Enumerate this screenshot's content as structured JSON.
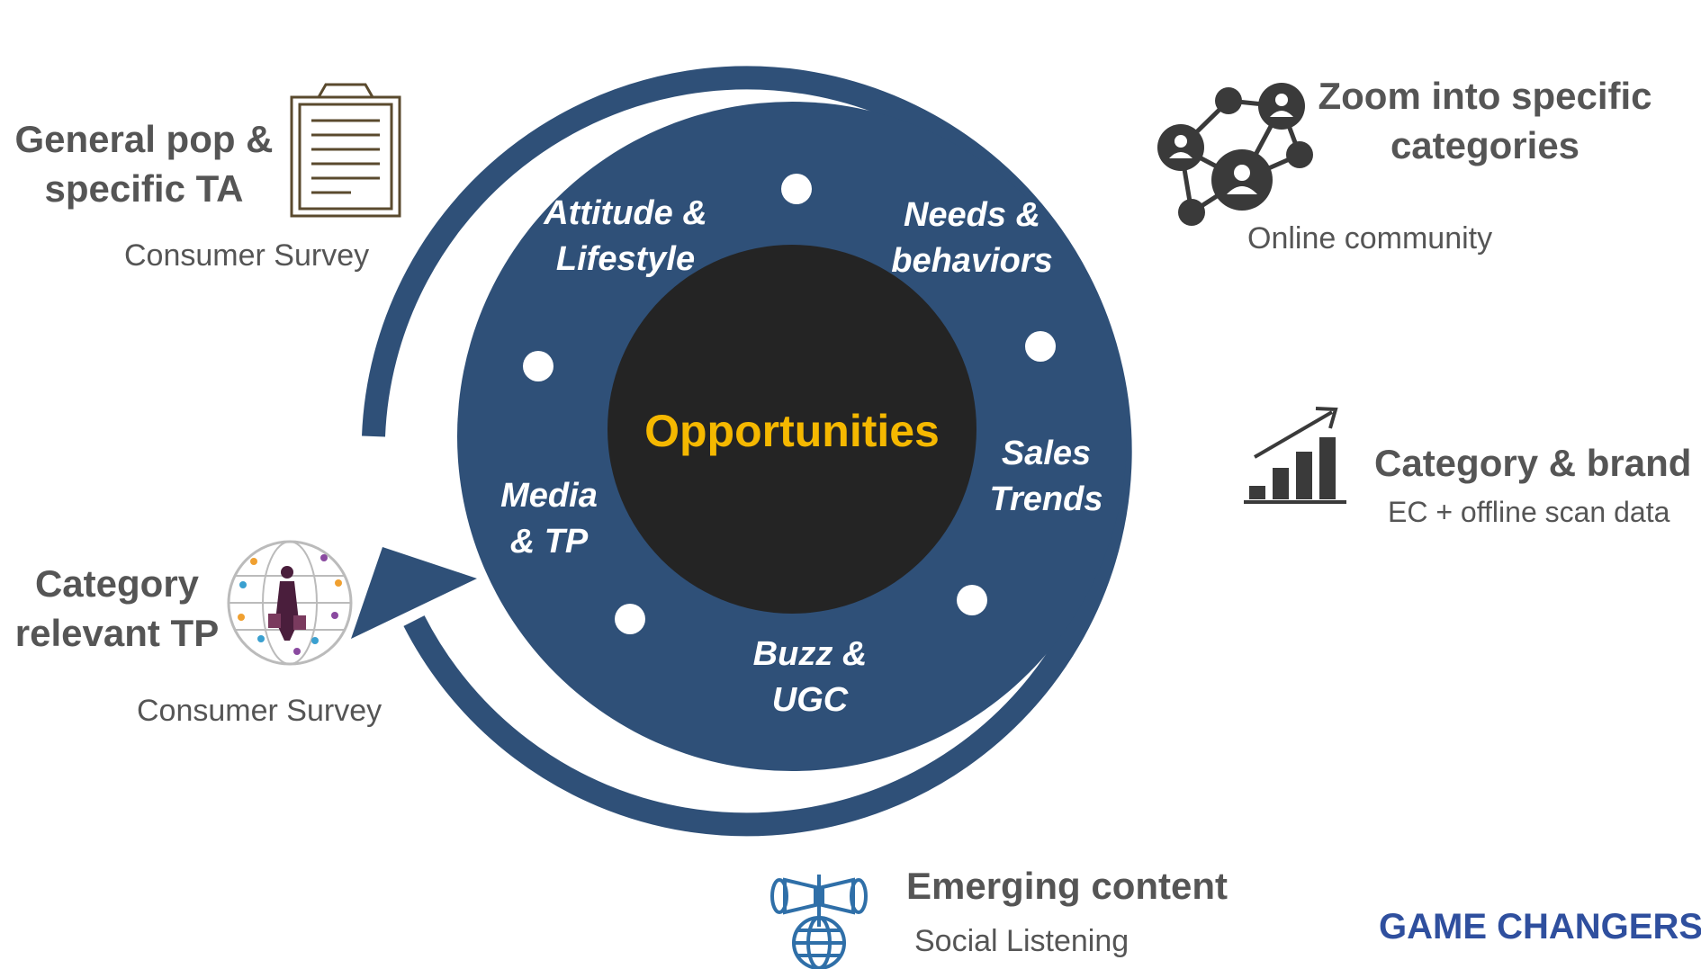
{
  "center": {
    "label": "Opportunities"
  },
  "segments": {
    "attitude": {
      "line1": "Attitude &",
      "line2": "Lifestyle"
    },
    "needs": {
      "line1": "Needs &",
      "line2": "behaviors"
    },
    "sales": {
      "line1": "Sales",
      "line2": "Trends"
    },
    "buzz": {
      "line1": "Buzz &",
      "line2": "UGC"
    },
    "media": {
      "line1": "Media",
      "line2": "& TP"
    }
  },
  "sources": {
    "general_pop": {
      "line1": "General pop &",
      "line2": "specific TA",
      "caption": "Consumer Survey",
      "icon": "clipboard-icon"
    },
    "zoom": {
      "line1": "Zoom into specific",
      "line2": "categories",
      "caption": "Online community",
      "icon": "community-network-icon"
    },
    "category_brand": {
      "title": "Category & brand",
      "caption": "EC + offline scan data",
      "icon": "growth-chart-icon"
    },
    "emerging": {
      "title": "Emerging content",
      "caption": "Social Listening",
      "icon": "megaphone-globe-icon"
    },
    "category_tp": {
      "line1": "Category",
      "line2": "relevant TP",
      "caption": "Consumer Survey",
      "icon": "shopper-globe-icon"
    }
  },
  "brand": {
    "text": "GAME CHANGERS"
  },
  "colors": {
    "ring": "#2f5078",
    "core": "#242424",
    "accent": "#f5b800",
    "label": "#555555",
    "brand": "#2f4f9e"
  }
}
